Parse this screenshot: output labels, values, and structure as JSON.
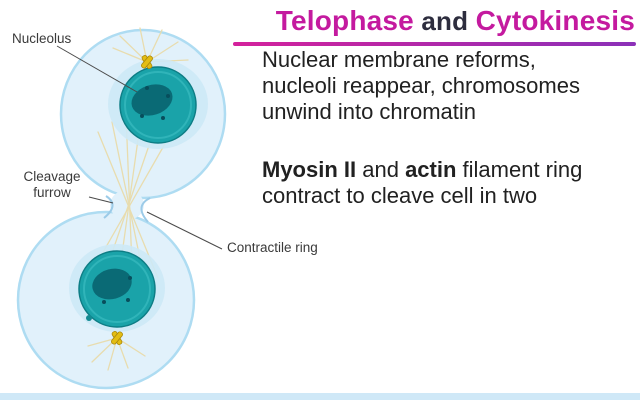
{
  "title": {
    "part1": "Telophase",
    "conj": " and ",
    "part2": "Cytokinesis"
  },
  "notes": {
    "para1_lines": [
      "Nuclear membrane reforms,",
      "nucleoli reappear, chromosomes",
      "unwind into chromatin"
    ],
    "para2": {
      "bold1": "Myosin II",
      "mid": " and ",
      "bold2": "actin",
      "rest": " filament ring",
      "line2": "contract to cleave cell in two"
    }
  },
  "labels": {
    "nucleolus": "Nucleolus",
    "cleavage_furrow": "Cleavage furrow",
    "contractile_ring": "Contractile ring"
  },
  "colors": {
    "title_magenta": "#c41a9f",
    "title_conjunction": "#2d2d3e",
    "underline_gradient_start": "#d4219c",
    "underline_gradient_end": "#8b30b8",
    "cell_fill": "#e1f1fb",
    "cell_stroke": "#aedcf2",
    "nucleus_teal": "#1aa3a9",
    "nucleolus_dark": "#0a6a75",
    "centrosome_yellow": "#e3bd13",
    "spindle_fiber": "#e8dcae",
    "body_text": "#212121",
    "bottom_bar": "#cfe8f7"
  }
}
